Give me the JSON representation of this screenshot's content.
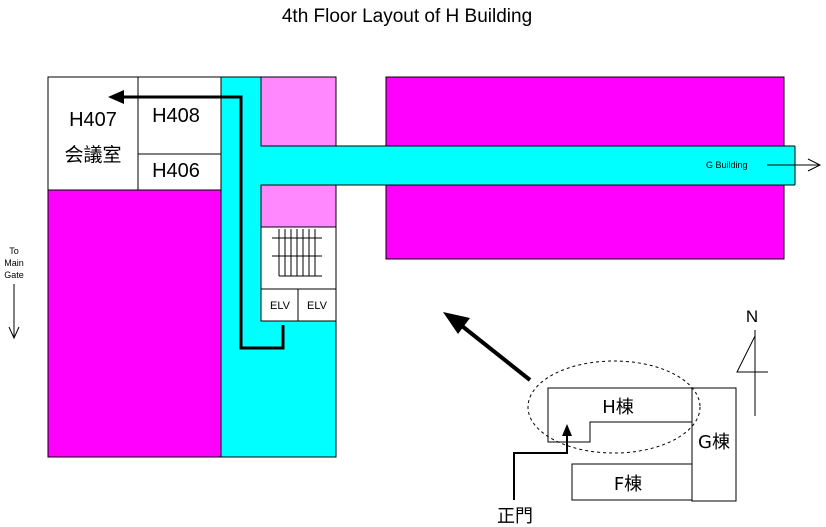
{
  "title": "4th Floor Layout of H Building",
  "rooms": {
    "h407": "H407",
    "h407_sub": "会議室",
    "h408": "H408",
    "h406": "H406"
  },
  "elevators": [
    "ELV",
    "ELV"
  ],
  "corridor_label": "G Building",
  "main_gate": [
    "To",
    "Main",
    "Gate"
  ],
  "compass_label": "N",
  "site_map": {
    "h_building": "H棟",
    "g_building": "G棟",
    "f_building": "F棟",
    "main_entrance": "正門"
  },
  "colors": {
    "magenta": "#ff00ff",
    "pink": "#ff88ff",
    "cyan": "#00ffff"
  }
}
